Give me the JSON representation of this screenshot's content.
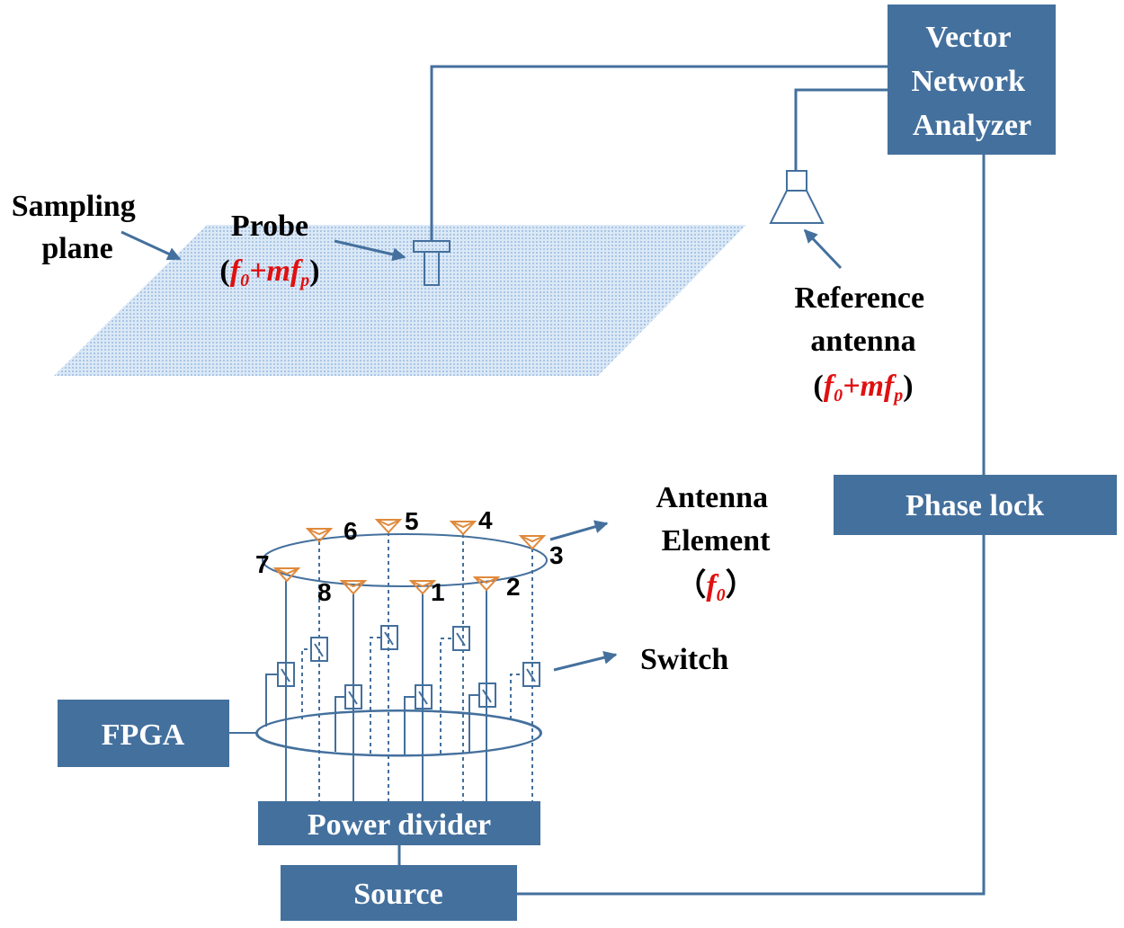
{
  "boxes": {
    "vna": [
      "Vector",
      "Network",
      "Analyzer"
    ],
    "phase_lock": "Phase lock",
    "fpga": "FPGA",
    "power_divider": "Power divider",
    "source": "Source"
  },
  "labels": {
    "sampling_plane": [
      "Sampling",
      "plane"
    ],
    "probe": "Probe",
    "probe_freq": {
      "open": "(",
      "f0": "f",
      "sub0": "0",
      "plus": "+mf",
      "subp": "p",
      "close": ")"
    },
    "reference_antenna": [
      "Reference",
      "antenna"
    ],
    "ref_freq": {
      "open": "(",
      "f0": "f",
      "sub0": "0",
      "plus": "+mf",
      "subp": "p",
      "close": ")"
    },
    "antenna_element": [
      "Antenna",
      "Element"
    ],
    "element_freq": {
      "open": "（",
      "f0": "f",
      "sub0": "0",
      "close": "）"
    },
    "switch": "Switch"
  },
  "element_numbers": [
    "1",
    "2",
    "3",
    "4",
    "5",
    "6",
    "7",
    "8"
  ],
  "colors": {
    "box": "#44709d",
    "horn": "#e08a3c",
    "freq_red": "#e01010",
    "plane": "#bcd4ec"
  }
}
